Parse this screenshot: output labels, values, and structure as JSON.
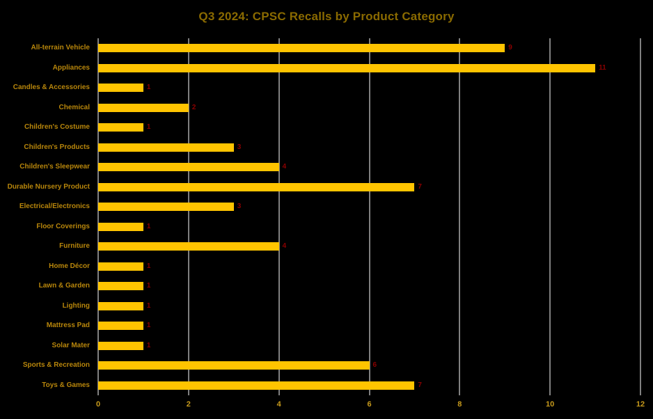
{
  "colors": {
    "background": "#000000",
    "bar": "#FFC400",
    "grid": "#FFFFFF",
    "title": "#8A6A00",
    "category_label": "#B8860B",
    "tick_label": "#C79A1C",
    "value_label": "#8B0000"
  },
  "chart_data": {
    "type": "bar",
    "orientation": "horizontal",
    "title": "Q3 2024: CPSC Recalls by Product Category",
    "xlabel": "",
    "ylabel": "",
    "xlim": [
      0,
      12
    ],
    "xticks": [
      0,
      2,
      4,
      6,
      8,
      10,
      12
    ],
    "grid": "vertical",
    "legend": "none",
    "categories": [
      "All-terrain Vehicle",
      "Appliances",
      "Candles & Accessories",
      "Chemical",
      "Children's Costume",
      "Children's Products",
      "Children's Sleepwear",
      "Durable Nursery Product",
      "Electrical/Electronics",
      "Floor Coverings",
      "Furniture",
      "Home Décor",
      "Lawn & Garden",
      "Lighting",
      "Mattress Pad",
      "Solar Mater",
      "Sports & Recreation",
      "Toys & Games"
    ],
    "values": [
      9,
      11,
      1,
      2,
      1,
      3,
      4,
      7,
      3,
      1,
      4,
      1,
      1,
      1,
      1,
      1,
      6,
      7
    ]
  }
}
